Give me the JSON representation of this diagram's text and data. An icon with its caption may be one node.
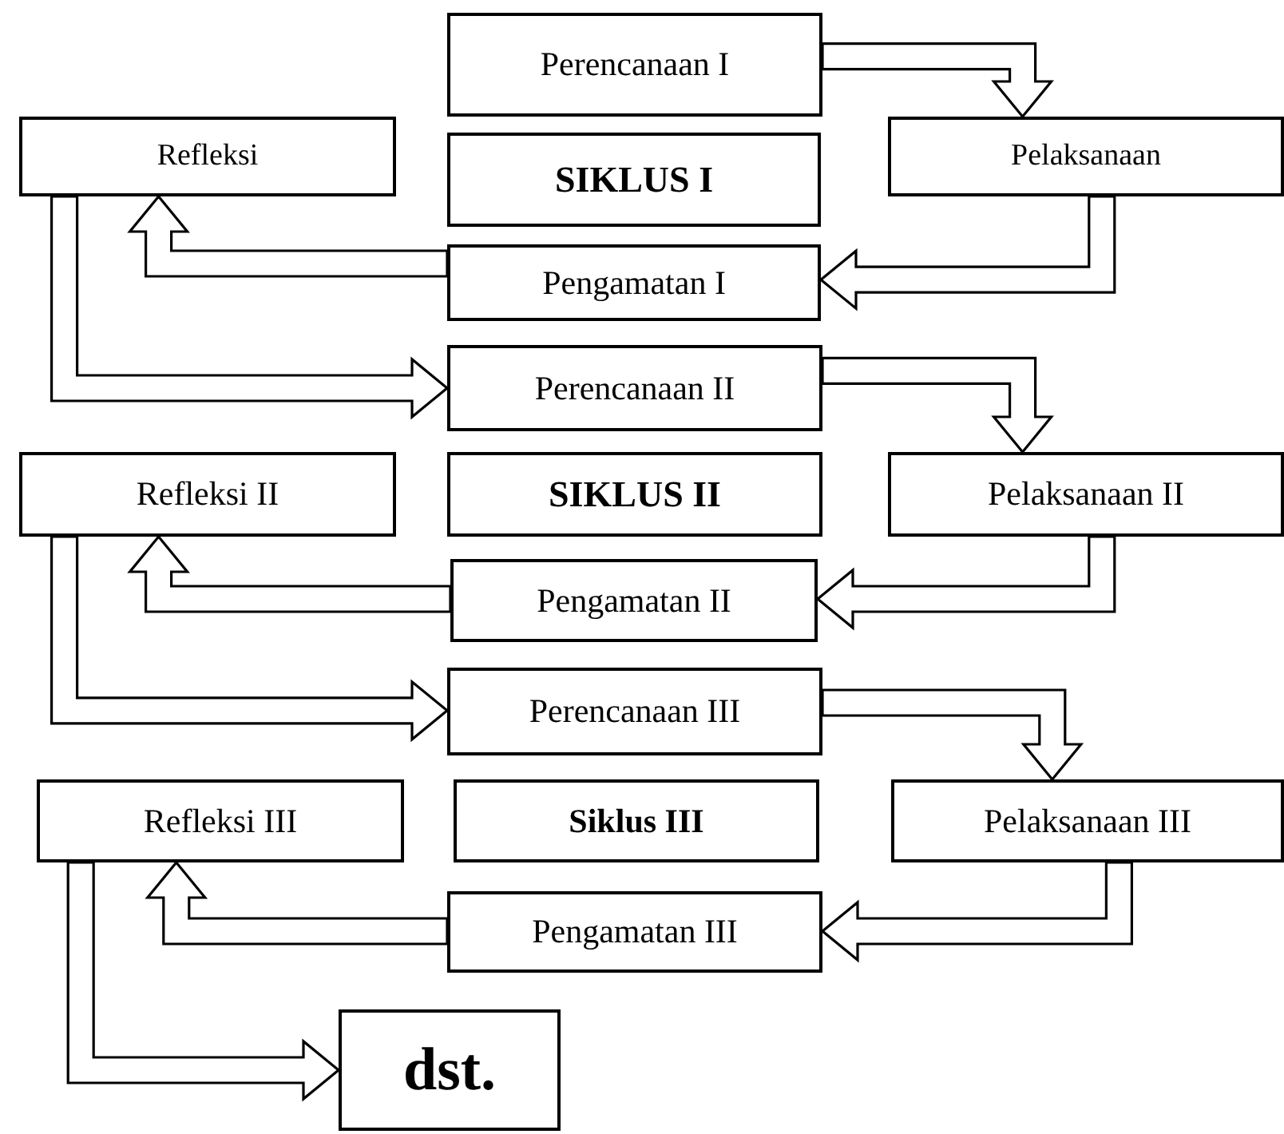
{
  "diagram": {
    "nodes": [
      {
        "text": [
          "Perencanaan I"
        ]
      },
      {
        "text": [
          "Refleksi"
        ]
      },
      {
        "text": [
          "SIKLUS I"
        ]
      },
      {
        "text": [
          "Pelaksanaan"
        ]
      },
      {
        "text": [
          "Pengamatan I"
        ]
      },
      {
        "text": [
          "Perencanaan II"
        ]
      },
      {
        "text": [
          "Refleksi II"
        ]
      },
      {
        "text": [
          "SIKLUS II"
        ]
      },
      {
        "text": [
          "Pelaksanaan II"
        ]
      },
      {
        "text": [
          "Pengamatan II"
        ]
      },
      {
        "text": [
          "Perencanaan III"
        ]
      },
      {
        "text": [
          "Refleksi III"
        ]
      },
      {
        "text": [
          "Siklus III"
        ]
      },
      {
        "text": [
          "Pelaksanaan III"
        ]
      },
      {
        "text": [
          "Pengamatan III"
        ]
      },
      {
        "text": [
          "dst."
        ]
      }
    ],
    "edges": [
      {
        "from": 0,
        "to": 3,
        "arrow": "to"
      },
      {
        "from": 3,
        "to": 4,
        "arrow": "to"
      },
      {
        "from": 4,
        "to": 1,
        "arrow": "to"
      },
      {
        "from": 1,
        "to": 5,
        "arrow": "to"
      },
      {
        "from": 5,
        "to": 8,
        "arrow": "to"
      },
      {
        "from": 8,
        "to": 9,
        "arrow": "to"
      },
      {
        "from": 9,
        "to": 6,
        "arrow": "to"
      },
      {
        "from": 6,
        "to": 10,
        "arrow": "to"
      },
      {
        "from": 10,
        "to": 13,
        "arrow": "to"
      },
      {
        "from": 13,
        "to": 14,
        "arrow": "to"
      },
      {
        "from": 14,
        "to": 11,
        "arrow": "to"
      },
      {
        "from": 11,
        "to": 15,
        "arrow": "to"
      }
    ]
  }
}
